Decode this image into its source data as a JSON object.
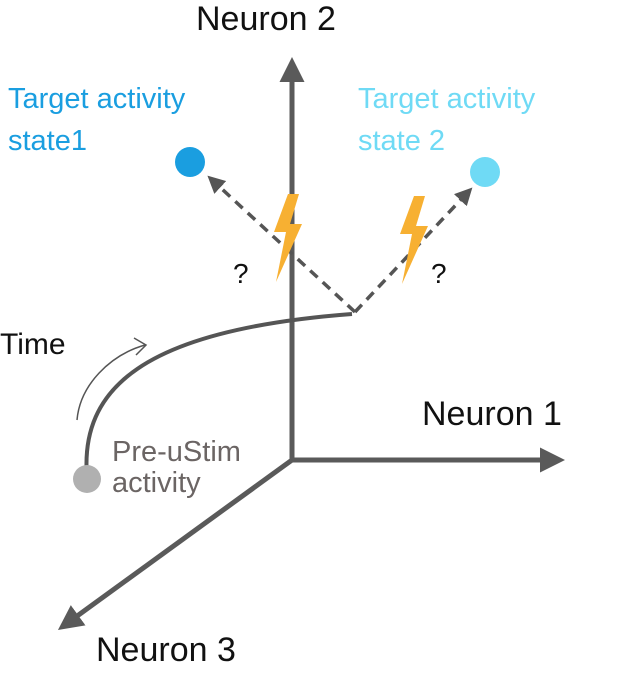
{
  "labels": {
    "neuron2": "Neuron 2",
    "neuron1": "Neuron 1",
    "neuron3": "Neuron 3",
    "target1_line1": "Target activity",
    "target1_line2": "state1",
    "target2_line1": "Target activity",
    "target2_line2": "state 2",
    "question1": "?",
    "question2": "?",
    "time": "Time",
    "pre_line1": "Pre-uStim",
    "pre_line2": "activity"
  },
  "colors": {
    "axis": "#5a5a5a",
    "trajectory": "#555555",
    "dashed_arrow": "#555555",
    "target1": "#1a9ee0",
    "target2": "#6fdaf5",
    "pre_dot": "#b0b0b0",
    "lightning": "#f7b032",
    "pre_text": "#6b6564"
  },
  "icons": {
    "stimulation": "lightning-bolt-icon"
  }
}
